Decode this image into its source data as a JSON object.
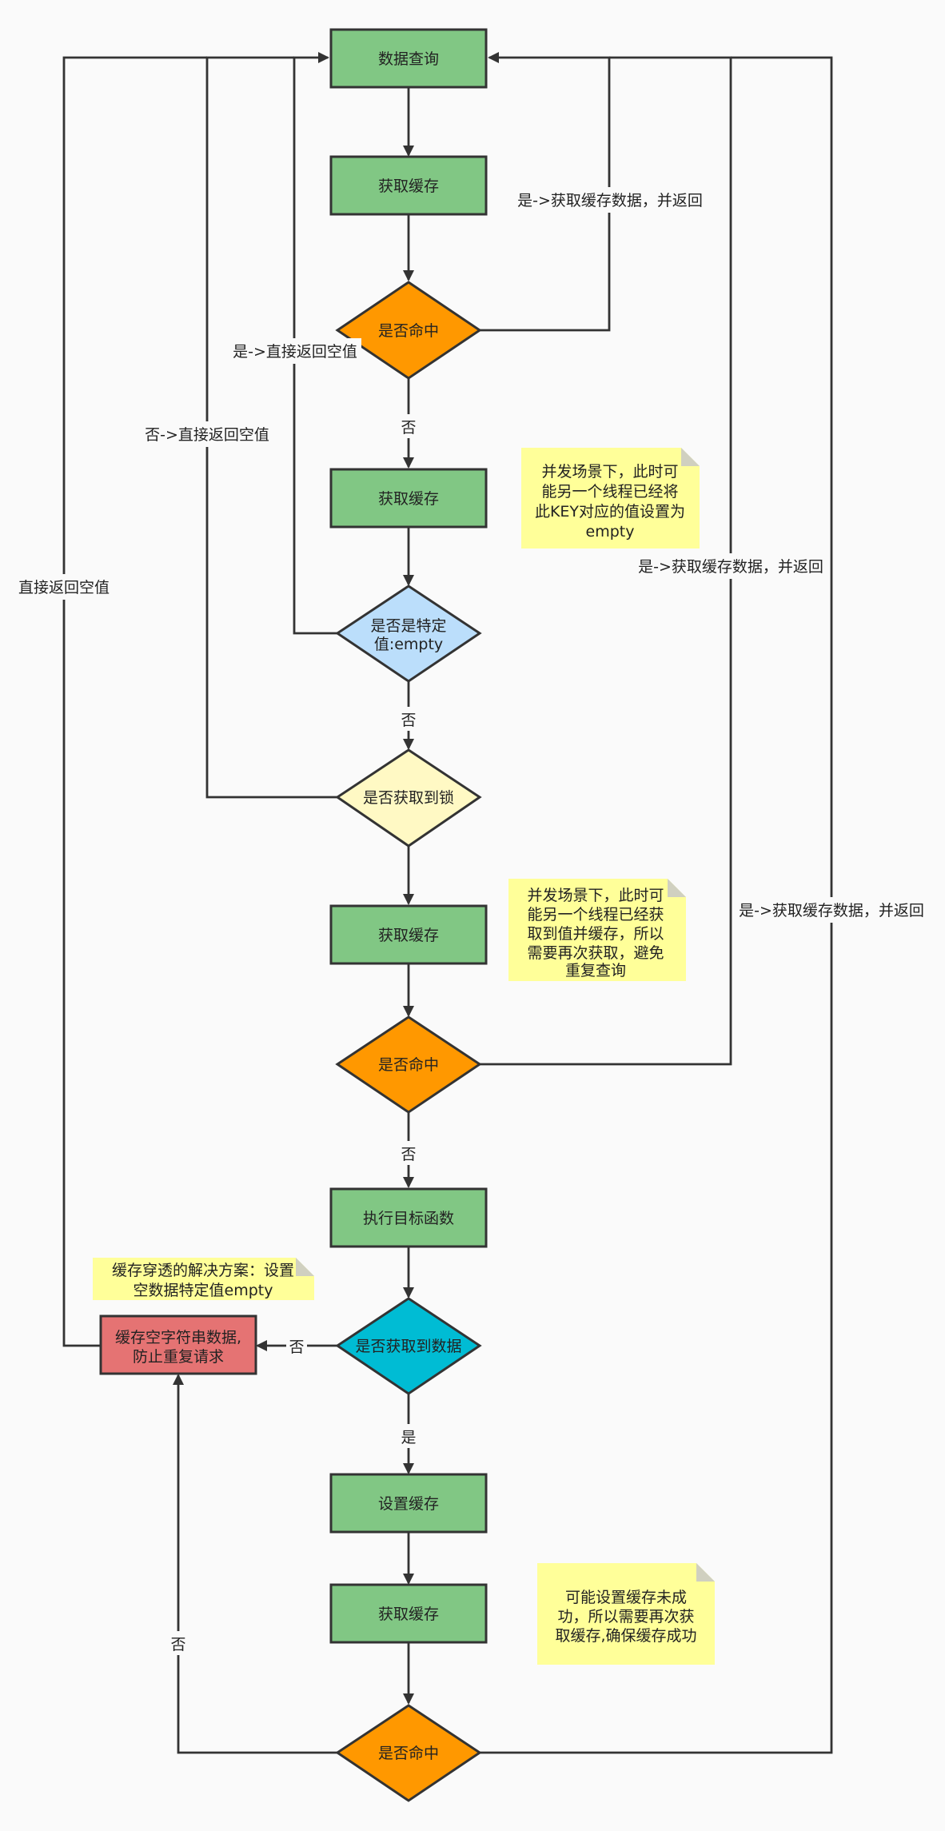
{
  "nodes": {
    "query": "数据查询",
    "get_cache_1": "获取缓存",
    "hit_1": "是否命中",
    "get_cache_2": "获取缓存",
    "is_empty_line1": "是否是特定",
    "is_empty_line2": "值:empty",
    "get_lock": "是否获取到锁",
    "get_cache_3": "获取缓存",
    "hit_2": "是否命中",
    "exec_fn": "执行目标函数",
    "got_data": "是否获取到数据",
    "cache_empty_line1": "缓存空字符串数据,",
    "cache_empty_line2": "防止重复请求",
    "set_cache": "设置缓存",
    "get_cache_4": "获取缓存",
    "hit_3": "是否命中"
  },
  "labels": {
    "hit1_yes": "是->获取缓存数据，并返回",
    "hit1_no": "否",
    "empty_yes": "是->直接返回空值",
    "empty_no": "否",
    "lock_no": "否->直接返回空值",
    "hit2_yes": "是->获取缓存数据，并返回",
    "hit2_no": "否",
    "hit3_yes": "是->获取缓存数据，并返回",
    "hit3_no": "否",
    "got_yes": "是",
    "got_no": "否",
    "direct_return": "直接返回空值"
  },
  "notes": {
    "note1": [
      "并发场景下，此时可",
      "能另一个线程已经将",
      "此KEY对应的值设置为",
      "empty"
    ],
    "note2": [
      "并发场景下，此时可",
      "能另一个线程已经获",
      "取到值并缓存，所以",
      "需要再次获取，避免",
      "重复查询"
    ],
    "note3": [
      "缓存穿透的解决方案：设置",
      "空数据特定值empty"
    ],
    "note4": [
      "可能设置缓存未成",
      "功，所以需要再次获",
      "取缓存,确保缓存成功"
    ]
  },
  "colors": {
    "process": "#81c784",
    "decision": "#ff9800",
    "empty_check": "#bbdefb",
    "lock_check": "#fff9c4",
    "data_check": "#00bcd4",
    "cache_empty": "#e57373",
    "note": "#ffff99"
  }
}
